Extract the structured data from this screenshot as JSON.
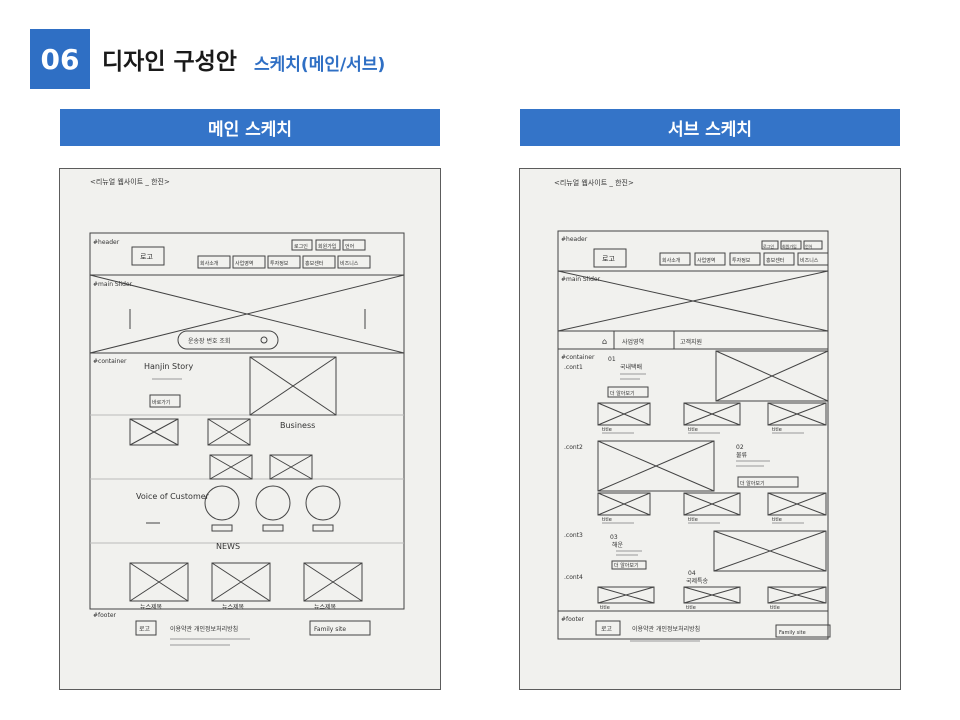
{
  "header": {
    "number": "06",
    "title": "디자인 구성안",
    "subtitle": "스케치(메인/서브)"
  },
  "panels": {
    "main": {
      "heading": "메인 스케치",
      "sketch": {
        "top_note": "<리뉴얼 웹사이트 _ 한진>",
        "header_tag": "#header",
        "logo": "로고",
        "util_items": [
          "로그인",
          "회원가입",
          "언어"
        ],
        "gnb_items": [
          "회사소개",
          "사업영역",
          "투자정보",
          "홍보센터",
          "비즈니스"
        ],
        "slider_tag": "#main Slider",
        "search_text": "운송장 번호 조회",
        "container_tag": "#container",
        "story_title": "Hanjin Story",
        "more_button": "바로가기",
        "business_title": "Business",
        "voice_title": "Voice of Customer",
        "news_title": "NEWS",
        "news_labels": [
          "뉴스제목",
          "뉴스제목",
          "뉴스제목"
        ],
        "footer_tag": "#footer",
        "footer_logo": "로고",
        "footer_links": "이용약관  개인정보처리방침",
        "family_site": "Family site"
      }
    },
    "sub": {
      "heading": "서브 스케치",
      "sketch": {
        "top_note": "<리뉴얼 웹사이트 _ 한진>",
        "header_tag": "#header",
        "logo": "로고",
        "util_items": [
          "로그인",
          "회원가입",
          "언어"
        ],
        "gnb_items": [
          "회사소개",
          "사업영역",
          "투자정보",
          "홍보센터",
          "비즈니스"
        ],
        "slider_tag": "#main Slider",
        "location_items": [
          "사업영역",
          "고객지원"
        ],
        "container_tag": "#container",
        "cont_labels": [
          ".cont1",
          ".cont2",
          ".cont3",
          ".cont4"
        ],
        "cont_numbers": [
          "01",
          "02",
          "03",
          "04"
        ],
        "cont_titles": [
          "국내택배",
          "물류",
          "해운",
          "국제특송"
        ],
        "more_button": "더 알아보기",
        "card_title": "title",
        "footer_tag": "#footer",
        "footer_logo": "로고",
        "footer_links": "이용약관  개인정보처리방침",
        "family_site": "Family site"
      }
    }
  }
}
